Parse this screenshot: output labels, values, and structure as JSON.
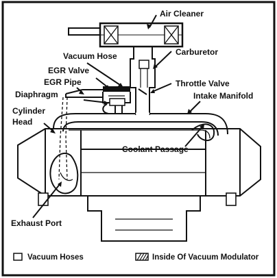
{
  "labels": {
    "air_cleaner": "Air Cleaner",
    "vacuum_hose": "Vacuum Hose",
    "carburetor": "Carburetor",
    "egr_valve": "EGR Valve",
    "throttle_valve": "Throttle Valve",
    "egr_pipe": "EGR Pipe",
    "intake_manifold": "Intake Manifold",
    "diaphragm": "Diaphragm",
    "cylinder": "Cylinder",
    "head": "Head",
    "coolant_passage": "Coolant Passage",
    "exhaust_port": "Exhaust Port"
  },
  "legend": {
    "vacuum_hoses": "Vacuum Hoses",
    "inside_vacuum_modulator": "Inside Of Vacuum Modulator"
  },
  "colors": {
    "ink": "#111111",
    "paper": "#ffffff"
  }
}
